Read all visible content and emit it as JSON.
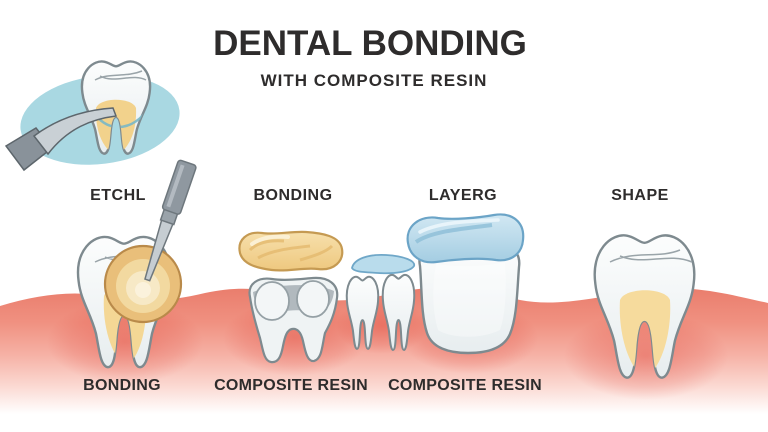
{
  "header": {
    "title": "DENTAL BONDING",
    "subtitle": "WITH COMPOSITE RESIN"
  },
  "stages": [
    {
      "label": "ETCHL",
      "material_label": "BONDING"
    },
    {
      "label": "BONDING",
      "material_label": "COMPOSITE RESIN"
    },
    {
      "label": "LAYERG",
      "material_label": "COMPOSITE RESIN"
    },
    {
      "label": "SHAPE"
    }
  ],
  "colors": {
    "background": "#ffffff",
    "text": "#2e2c2c",
    "gum_pink": "#e97b6a",
    "tooth_white": "#f3f6f7",
    "tooth_outline": "#7e8a8f",
    "resin_yellow": "#f2d692",
    "resin_blue": "#b8daeb",
    "cavity_tan": "#e9bf7a",
    "tool_gray": "#8f98a0",
    "highlight_blue": "#a9d8e2"
  }
}
